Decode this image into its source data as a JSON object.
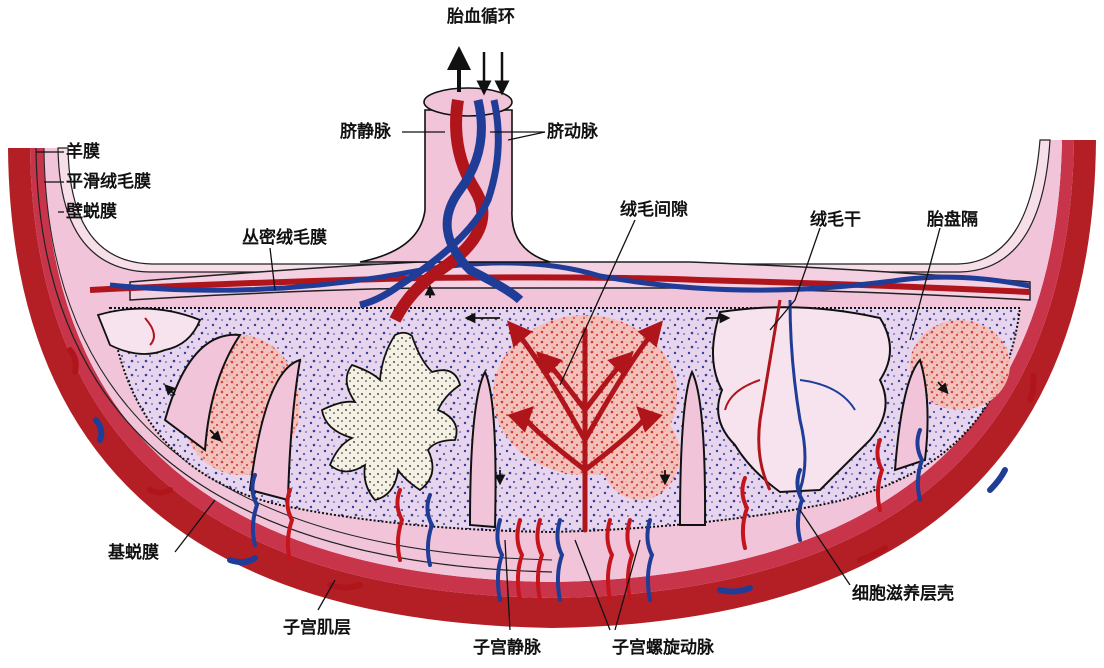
{
  "labels": {
    "fetal_circulation": "胎血循环",
    "umbilical_vein": "脐静脉",
    "umbilical_artery": "脐动脉",
    "amnion": "羊膜",
    "chorion_laeve": "平滑绒毛膜",
    "decidua_parietalis": "壁蜕膜",
    "chorion_frondosum": "丛密绒毛膜",
    "intervillous_space": "绒毛间隙",
    "stem_villus": "绒毛干",
    "placental_septum": "胎盘隔",
    "decidua_basalis": "基蜕膜",
    "myometrium": "子宫肌层",
    "uterine_vein": "子宫静脉",
    "spiral_artery": "子宫螺旋动脉",
    "cytotrophoblast_shell": "细胞滋养层壳"
  },
  "colors": {
    "artery_red": "#b0151c",
    "vein_blue": "#1f3d97",
    "tissue_pink": "#f2c9dc",
    "lacuna_fill": "#e9d3ea",
    "outline": "#1a1a1a"
  }
}
